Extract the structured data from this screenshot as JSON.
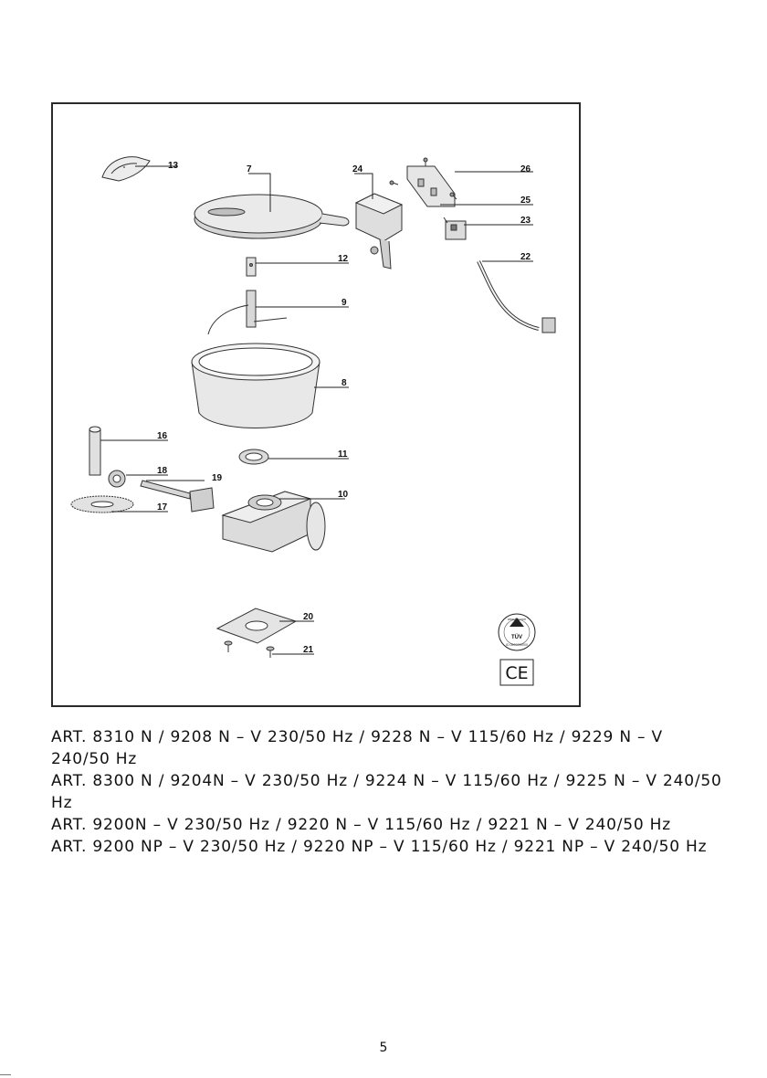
{
  "diagram": {
    "part_labels": [
      "13",
      "7",
      "24",
      "26",
      "25",
      "23",
      "22",
      "12",
      "9",
      "8",
      "16",
      "11",
      "18",
      "19",
      "10",
      "17",
      "20",
      "21"
    ],
    "tuv_badge": {
      "text": "TÜV",
      "ring_text": "www.tuv.com",
      "id_text": "ID 0000000000"
    },
    "ce_mark": "CE"
  },
  "models": [
    "ART. 8310 N / 9208 N – V 230/50 Hz / 9228 N – V 115/60 Hz / 9229 N – V 240/50 Hz",
    "ART. 8300 N / 9204N – V 230/50 Hz / 9224 N – V 115/60 Hz / 9225 N – V 240/50 Hz",
    "ART. 9200N – V 230/50 Hz / 9220 N – V 115/60 Hz / 9221 N – V 240/50 Hz",
    "ART. 9200 NP – V 230/50 Hz / 9220 NP – V 115/60 Hz / 9221 NP – V 240/50 Hz"
  ],
  "page_number": "5"
}
